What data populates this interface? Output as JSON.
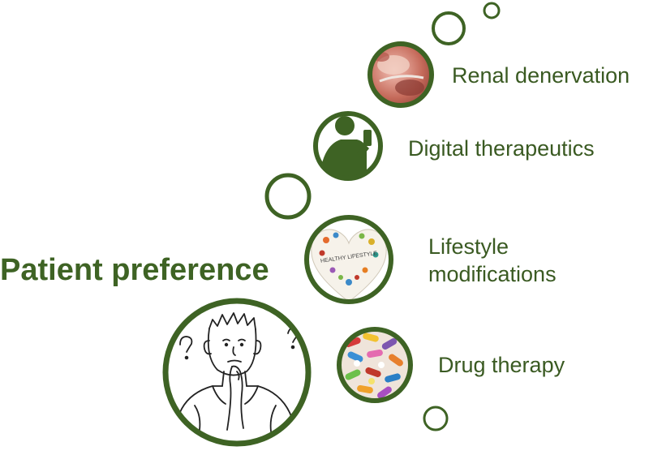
{
  "title": "Patient preference",
  "options": {
    "renal": "Renal denervation",
    "digital": "Digital therapeutics",
    "lifestyle_line1": "Lifestyle",
    "lifestyle_line2": "modifications",
    "drug": "Drug therapy"
  },
  "heart_text": "HEALTHY LIFESTYLE",
  "colors": {
    "ring": "#3e6324",
    "text": "#3a5a22",
    "background": "#ffffff"
  },
  "icons": {
    "renal": "renal-denervation-photo",
    "digital": "person-with-phone-silhouette",
    "lifestyle": "healthy-lifestyle-heart",
    "drug": "pills-photo",
    "patient": "thinking-person-sketch"
  }
}
